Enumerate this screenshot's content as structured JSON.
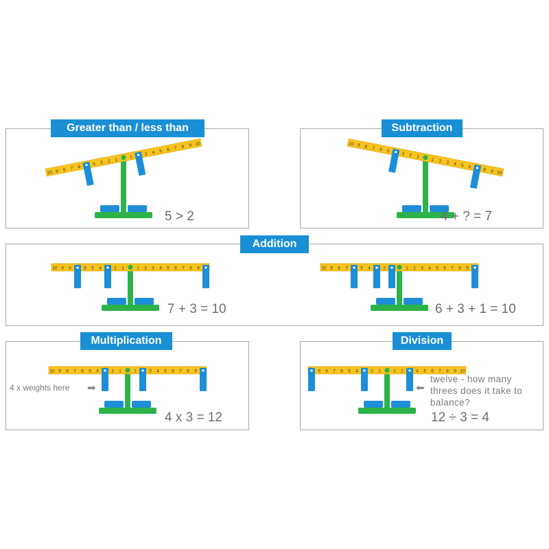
{
  "panels": {
    "greater": {
      "title": "Greater than / less than",
      "equation": "5 > 2"
    },
    "subtraction": {
      "title": "Subtraction",
      "equation": "4 + ? = 7"
    },
    "addition": {
      "title": "Addition",
      "equation_left": "7 + 3 = 10",
      "equation_right": "6 + 3  + 1 = 10"
    },
    "multiplication": {
      "title": "Multiplication",
      "equation": "4  x  3 = 12",
      "note": "4 x weights here"
    },
    "division": {
      "title": "Division",
      "equation": "12 ÷ 3 = 4",
      "note": "twelve - how many threes does it take to balance?"
    }
  },
  "beam": {
    "numbers": [
      "10",
      "9",
      "8",
      "7",
      "6",
      "5",
      "4",
      "3",
      "2",
      "1",
      "",
      "1",
      "2",
      "3",
      "4",
      "5",
      "6",
      "7",
      "8",
      "9",
      "10"
    ]
  },
  "balances": [
    {
      "id": "greater",
      "tilt": -11,
      "weights": [
        {
          "side": "left",
          "pos": 5
        },
        {
          "side": "right",
          "pos": 2
        }
      ]
    },
    {
      "id": "subtraction",
      "tilt": 11,
      "weights": [
        {
          "side": "left",
          "pos": 4
        },
        {
          "side": "right",
          "pos": 7
        }
      ]
    },
    {
      "id": "addition-left",
      "tilt": 0,
      "weights": [
        {
          "side": "left",
          "pos": 7
        },
        {
          "side": "left",
          "pos": 3
        },
        {
          "side": "right",
          "pos": 10
        }
      ]
    },
    {
      "id": "addition-right",
      "tilt": 0,
      "weights": [
        {
          "side": "left",
          "pos": 6
        },
        {
          "side": "left",
          "pos": 3
        },
        {
          "side": "left",
          "pos": 1
        },
        {
          "side": "right",
          "pos": 10
        }
      ]
    },
    {
      "id": "multiplication",
      "tilt": 0,
      "weights": [
        {
          "side": "left",
          "pos": 3
        },
        {
          "side": "right",
          "pos": 2
        },
        {
          "side": "right",
          "pos": 10
        }
      ]
    },
    {
      "id": "division",
      "tilt": 0,
      "weights": [
        {
          "side": "left",
          "pos": 10
        },
        {
          "side": "left",
          "pos": 3
        },
        {
          "side": "right",
          "pos": 3
        }
      ]
    }
  ],
  "colors": {
    "title_bg": "#1a8fd6",
    "beam": "#f7c31d",
    "stand": "#2db34a",
    "weight": "#1e8ed8",
    "panel_border": "#a9a9a9",
    "equation": "#6e6e6e"
  }
}
